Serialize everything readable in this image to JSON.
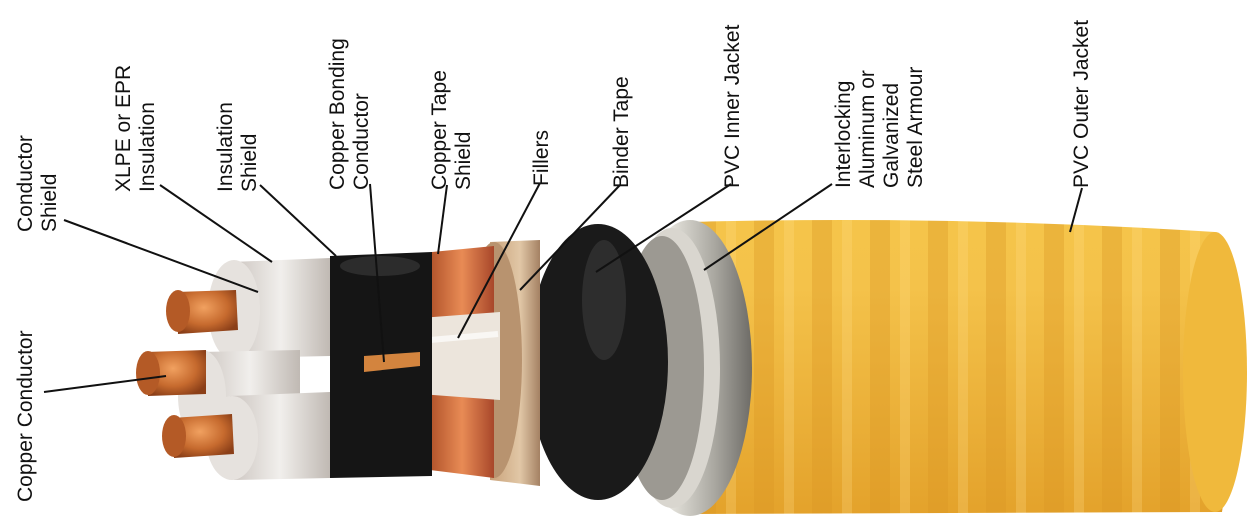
{
  "labels": [
    {
      "id": "copper-conductor",
      "lines": [
        "Copper Conductor"
      ]
    },
    {
      "id": "conductor-shield",
      "lines": [
        "Conductor",
        "Shield"
      ]
    },
    {
      "id": "insulation",
      "lines": [
        "XLPE or EPR",
        "Insulation"
      ]
    },
    {
      "id": "insulation-shield",
      "lines": [
        "Insulation",
        "Shield"
      ]
    },
    {
      "id": "bonding-conductor",
      "lines": [
        "Copper Bonding",
        "Conductor"
      ]
    },
    {
      "id": "tape-shield",
      "lines": [
        "Copper Tape",
        "Shield"
      ]
    },
    {
      "id": "fillers",
      "lines": [
        "Fillers"
      ]
    },
    {
      "id": "binder-tape",
      "lines": [
        "Binder Tape"
      ]
    },
    {
      "id": "inner-jacket",
      "lines": [
        "PVC Inner Jacket"
      ]
    },
    {
      "id": "armour",
      "lines": [
        "Interlocking",
        "Aluminum or",
        "Galvanized",
        "Steel Armour"
      ]
    },
    {
      "id": "outer-jacket",
      "lines": [
        "PVC Outer Jacket"
      ]
    }
  ],
  "colors": {
    "outer_jacket": "#f3bd3c",
    "armour": "#b8b6b0",
    "inner_jacket": "#141414",
    "copper": "#c86a2c",
    "insulation": "#e9e6e3"
  }
}
